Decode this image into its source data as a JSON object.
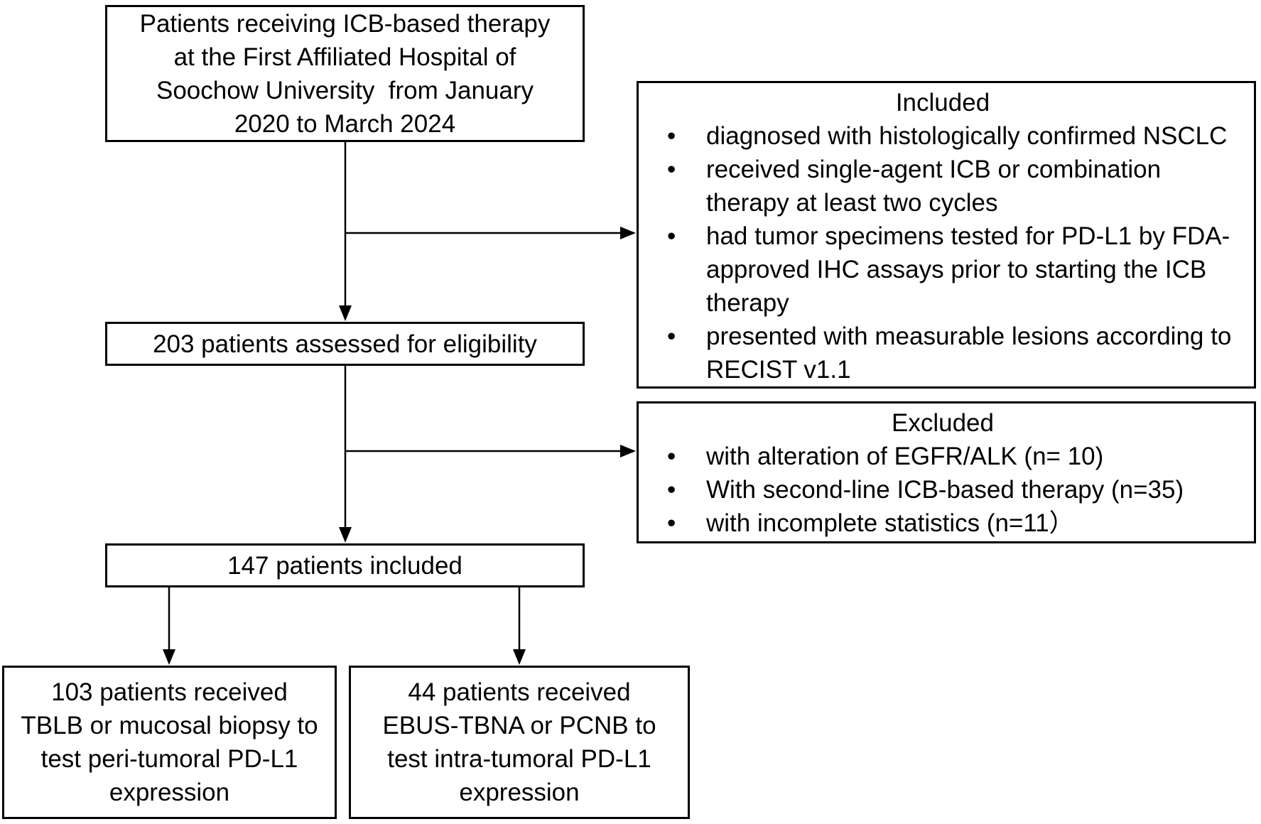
{
  "figure": {
    "kind": "patient-flow-diagram",
    "colors": {
      "background": "#ffffff",
      "box_border": "#000000",
      "text": "#000000",
      "connector": "#000000"
    }
  },
  "boxes": {
    "top": {
      "lines": [
        "Patients receiving ICB-based therapy",
        "at the First Affiliated Hospital of",
        "Soochow University  from January",
        "2020 to March 2024"
      ]
    },
    "eligibility": {
      "text": "203 patients assessed for eligibility"
    },
    "included": {
      "title": "Included",
      "bullets": [
        "diagnosed with histologically confirmed NSCLC",
        "received single-agent ICB or combination therapy at least two cycles",
        "had tumor specimens tested for PD-L1 by FDA-approved IHC assays prior to starting the ICB therapy",
        "presented with measurable lesions according to RECIST v1.1"
      ]
    },
    "excluded": {
      "title": "Excluded",
      "bullets": [
        "with alteration of EGFR/ALK (n= 10)",
        "With second-line ICB-based therapy (n=35)",
        "with incomplete statistics (n=11）"
      ]
    },
    "included_count": {
      "text": "147 patients included"
    },
    "peritumoral": {
      "lines": [
        "103 patients received",
        "TBLB or mucosal biopsy to",
        "test peri-tumoral PD-L1",
        "expression"
      ]
    },
    "intratumoral": {
      "lines": [
        "44 patients received",
        "EBUS-TBNA or PCNB to",
        "test intra-tumoral PD-L1",
        "expression"
      ]
    }
  }
}
